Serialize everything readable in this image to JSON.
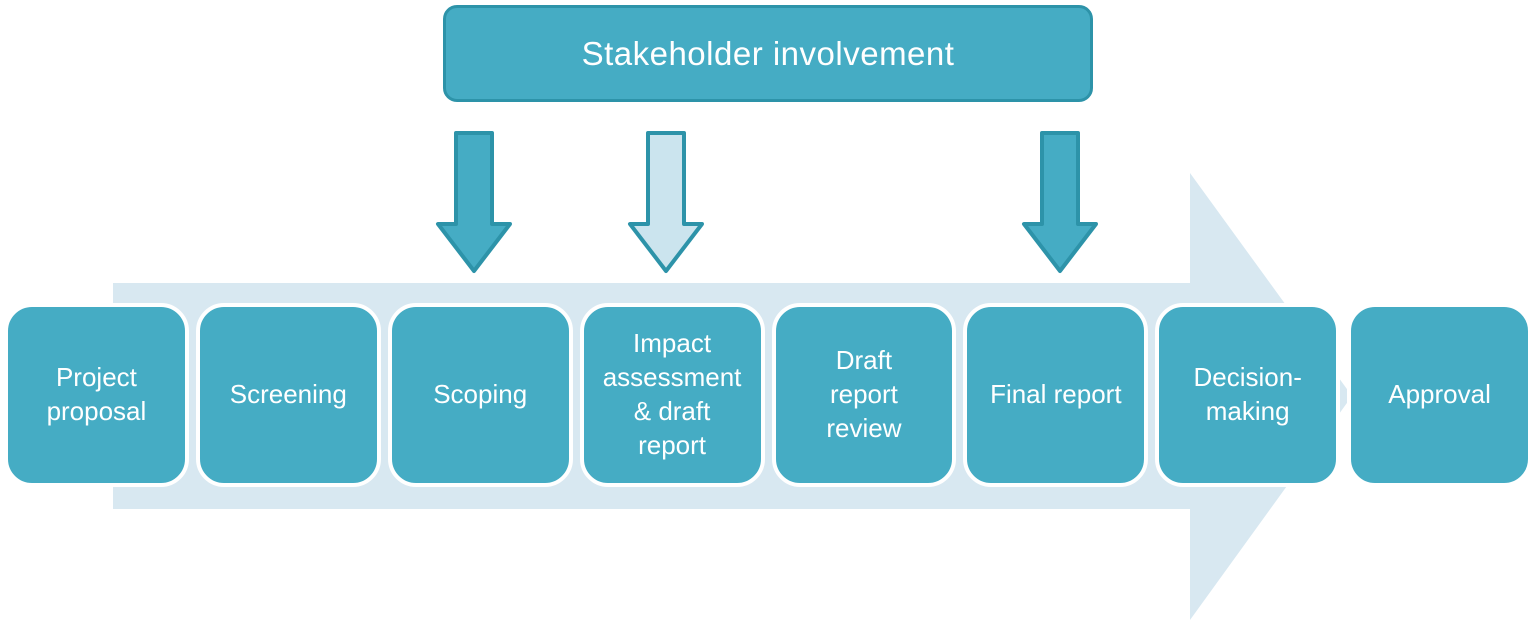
{
  "colors": {
    "teal": "#45acc4",
    "teal_border": "#2d93a9",
    "light_blue": "#d8e8f1",
    "light_arrow": "#cbe4ee",
    "text": "#ffffff"
  },
  "title_box": {
    "label": "Stakeholder involvement"
  },
  "involvement_arrows": [
    {
      "name": "stakeholder-arrow-scoping",
      "variant": "solid"
    },
    {
      "name": "stakeholder-arrow-impact-assessment",
      "variant": "light"
    },
    {
      "name": "stakeholder-arrow-final-report",
      "variant": "solid"
    }
  ],
  "process": {
    "steps": [
      {
        "label": "Project\nproposal"
      },
      {
        "label": "Screening"
      },
      {
        "label": "Scoping"
      },
      {
        "label": "Impact\nassessment\n& draft\nreport"
      },
      {
        "label": "Draft\nreport\nreview"
      },
      {
        "label": "Final report"
      },
      {
        "label": "Decision-\nmaking"
      },
      {
        "label": "Approval"
      }
    ]
  }
}
